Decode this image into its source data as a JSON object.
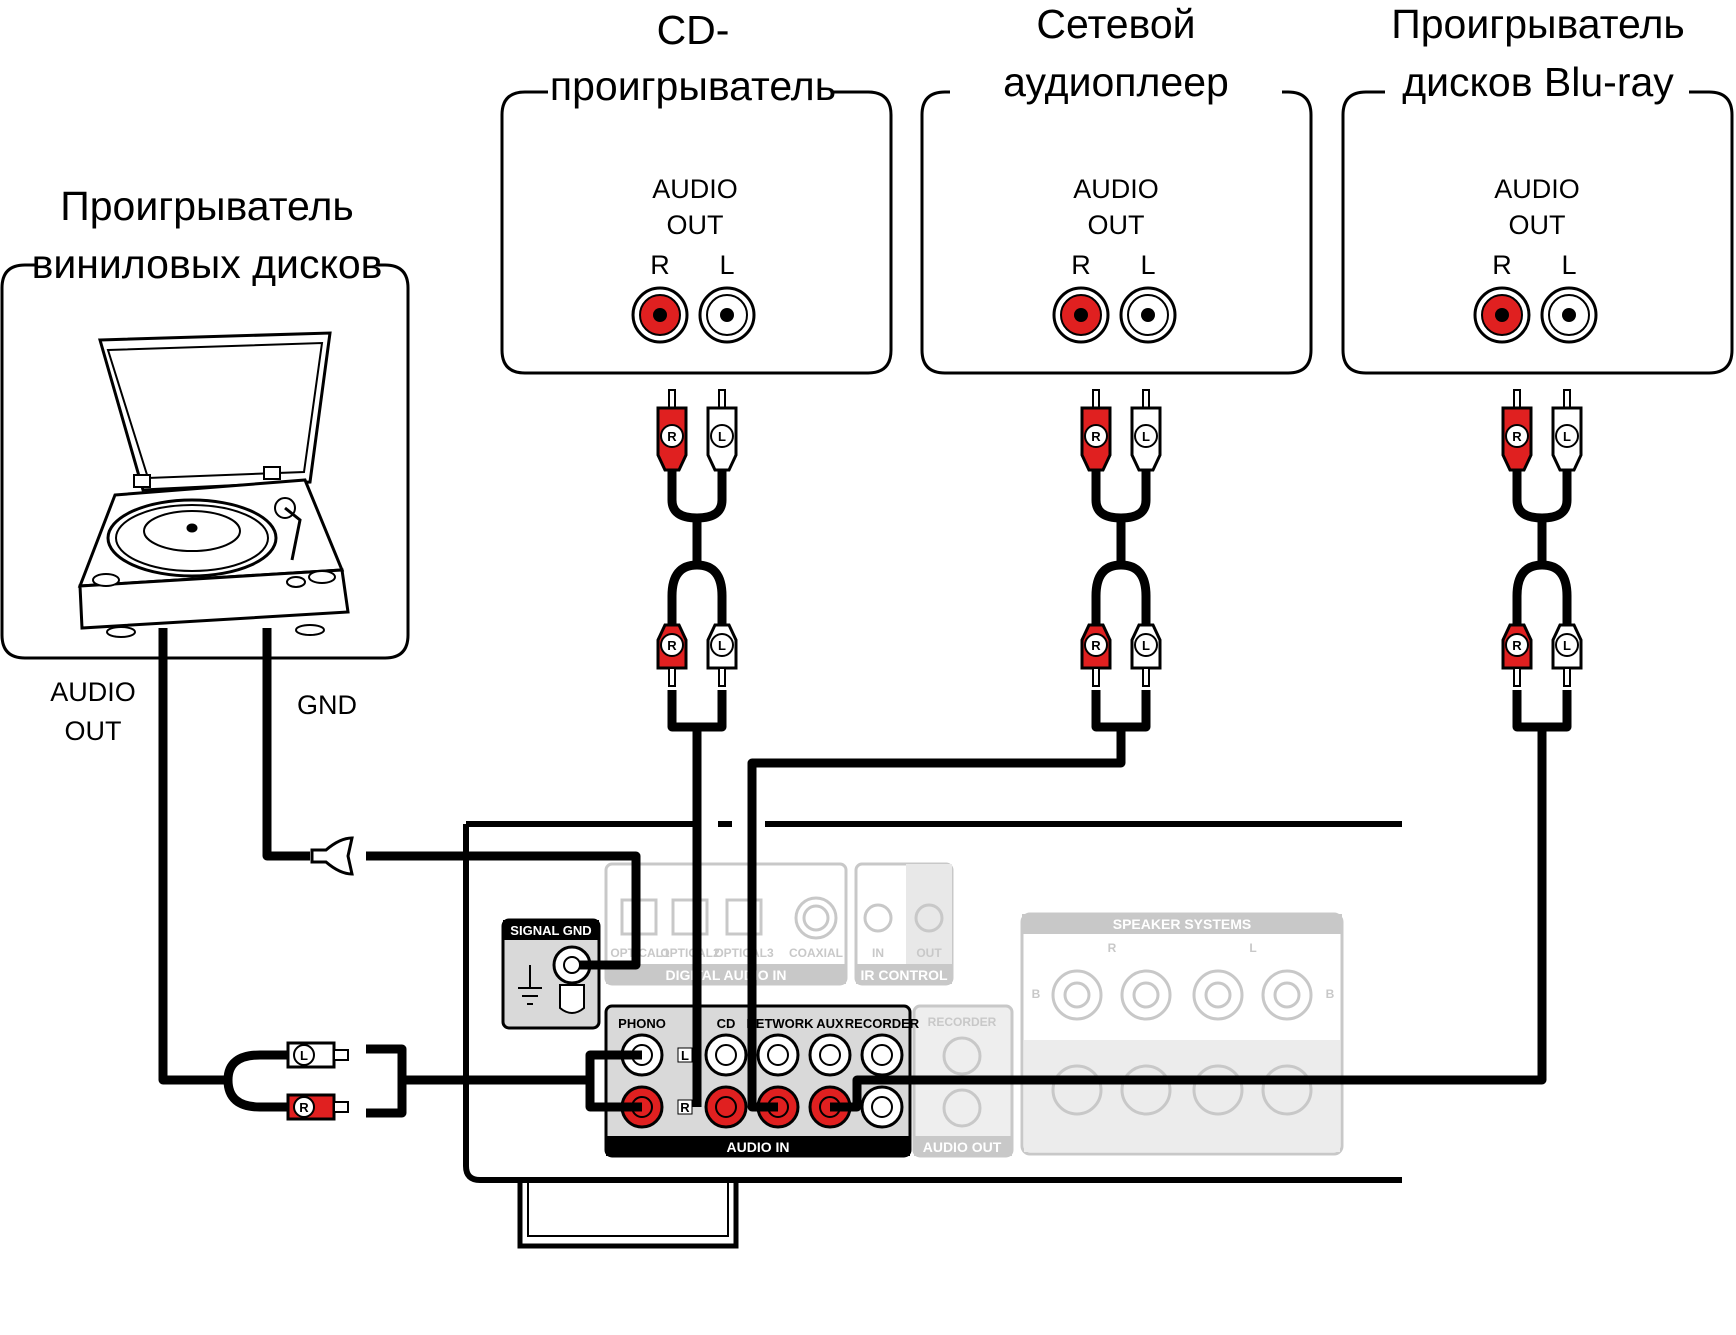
{
  "devices": {
    "turntable": {
      "title_line1": "Проигрыватель",
      "title_line2": "виниловых дисков",
      "audio_out_1": "AUDIO",
      "audio_out_2": "OUT",
      "gnd": "GND"
    },
    "cd": {
      "title_line1": "CD-",
      "title_line2": "проигрыватель"
    },
    "network": {
      "title_line1": "Сетевой",
      "title_line2": "аудиоплеер"
    },
    "bluray": {
      "title_line1": "Проигрыватель",
      "title_line2": "дисков Blu-ray"
    },
    "audio_out_1": "AUDIO",
    "audio_out_2": "OUT",
    "r": "R",
    "l": "L"
  },
  "plugs": {
    "r": "R",
    "l": "L"
  },
  "amp": {
    "signal_gnd": "SIGNAL GND",
    "phono": "PHONO",
    "cd": "CD",
    "network": "NETWORK",
    "aux": "AUX",
    "recorder": "RECORDER",
    "audio_in": "AUDIO IN",
    "side_l": "L",
    "side_r": "R",
    "optical1": "OPTICAL1",
    "optical2": "OPTICAL2",
    "optical3": "OPTICAL3",
    "coaxial": "COAXIAL",
    "digital_audio_in": "DIGITAL AUDIO IN",
    "ir_in": "IN",
    "ir_out": "OUT",
    "ir_control": "IR CONTROL",
    "speaker_systems": "SPEAKER SYSTEMS",
    "spk_r": "R",
    "spk_l": "L",
    "spk_b1": "B",
    "spk_b2": "B",
    "recorder_out": "RECORDER",
    "audio_out": "AUDIO OUT"
  },
  "colors": {
    "red": "#e02020",
    "black": "#000000",
    "grey": "#c8c8c8"
  }
}
